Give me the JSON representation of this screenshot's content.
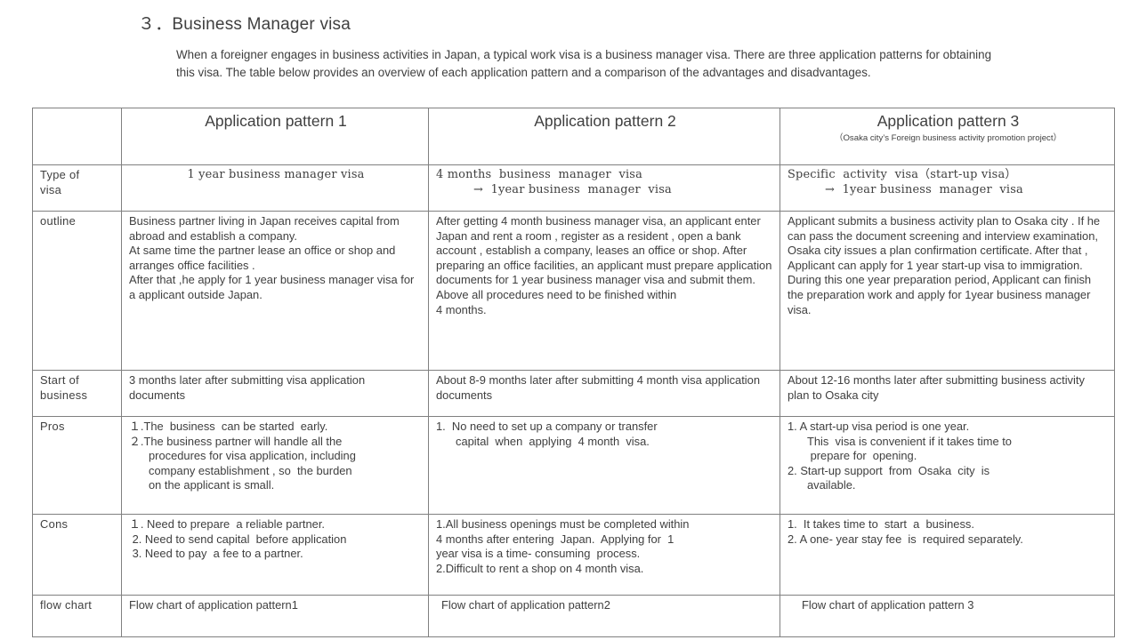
{
  "slide": {
    "title": "３．Business Manager visa",
    "intro": "When a foreigner engages in business activities in Japan, a typical work visa is a business manager visa. There are three application patterns for obtaining this visa. The table below provides an overview of each application pattern and a comparison of the advantages and disadvantages."
  },
  "table": {
    "headers": {
      "corner": "",
      "pattern1": {
        "title": "Application pattern 1",
        "subtitle": ""
      },
      "pattern2": {
        "title": "Application pattern 2",
        "subtitle": ""
      },
      "pattern3": {
        "title": "Application pattern 3",
        "subtitle": "（Osaka city’s Foreign business activity promotion project）"
      }
    },
    "rows": {
      "type_of_visa": {
        "label": "Type of\nvisa",
        "pattern1": {
          "line1": "1 year business manager visa",
          "line2": ""
        },
        "pattern2": {
          "line1": "4 months  business  manager  visa",
          "line2": "→  1year business  manager  visa"
        },
        "pattern3": {
          "line1": "Specific  activity  visa（start-up visa）",
          "line2": "→  1year business  manager  visa"
        }
      },
      "outline": {
        "label": "outline",
        "pattern1": "Business partner living in Japan receives capital from abroad and establish a company.\nAt same time the partner lease an office or shop and arranges  office facilities .\nAfter that ,he apply for  1 year business manager visa for a  applicant outside Japan.",
        "pattern2": "After  getting 4 month business manager visa,  an applicant enter  Japan and  rent  a room , register as a resident , open a bank  account , establish  a company, leases an office or shop.    After preparing  an office facilities, an applicant  must prepare  application documents for  1 year business manager visa and submit them.  Above all  procedures need to be finished within\n 4 months.",
        "pattern3": " Applicant  submits a business activity plan to Osaka  city .  If  he  can pass the document screening and  interview examination,  Osaka city  issues  a plan confirmation  certificate. After  that , Applicant  can apply for  1 year start-up  visa  to immigration.\nDuring  this one year preparation period, Applicant  can  finish the preparation work and apply for 1year business manager visa."
      },
      "start_of_business": {
        "label": "Start  of\nbusiness",
        "pattern1": " 3 months later after  submitting  visa application documents",
        "pattern2": " About 8-9 months later after submitting  4 month visa  application documents",
        "pattern3": "About 12-16 months later after submitting business activity plan  to Osaka city"
      },
      "pros": {
        "label": "Pros",
        "pattern1": [
          "１.The  business  can be started  early.",
          "２.The business partner will handle all the",
          "procedures for visa application, including",
          "company establishment , so  the burden",
          "on the applicant is small."
        ],
        "pattern2": [
          "1.  No need to set up a company or transfer",
          "capital  when  applying  4 month  visa."
        ],
        "pattern3": [
          "1. A start-up visa period is one year.",
          "This  visa is convenient if it takes time to",
          " prepare for  opening.",
          "2. Start-up support  from  Osaka  city  is",
          "available."
        ]
      },
      "cons": {
        "label": "Cons",
        "pattern1": [
          "１. Need to prepare  a reliable partner.",
          " 2. Need to send capital  before application",
          " 3. Need to pay  a fee to a partner."
        ],
        "pattern2": [
          "1.All business openings must be completed within",
          "4 months after entering  Japan.  Applying for  1",
          "year visa is a time- consuming  process.",
          "2.Difficult to rent a shop on 4 month visa."
        ],
        "pattern3": [
          "1.  It takes time to  start  a  business.",
          "2. A one- year stay fee  is  required separately."
        ]
      },
      "flow_chart": {
        "label": "flow chart",
        "pattern1": "Flow  chart of application pattern1",
        "pattern2": "Flow  chart of application  pattern2",
        "pattern3": "Flow  chart  of  application  pattern 3"
      }
    }
  },
  "colors": {
    "text": "#3f3f3f",
    "border": "#808080",
    "background": "#ffffff"
  }
}
